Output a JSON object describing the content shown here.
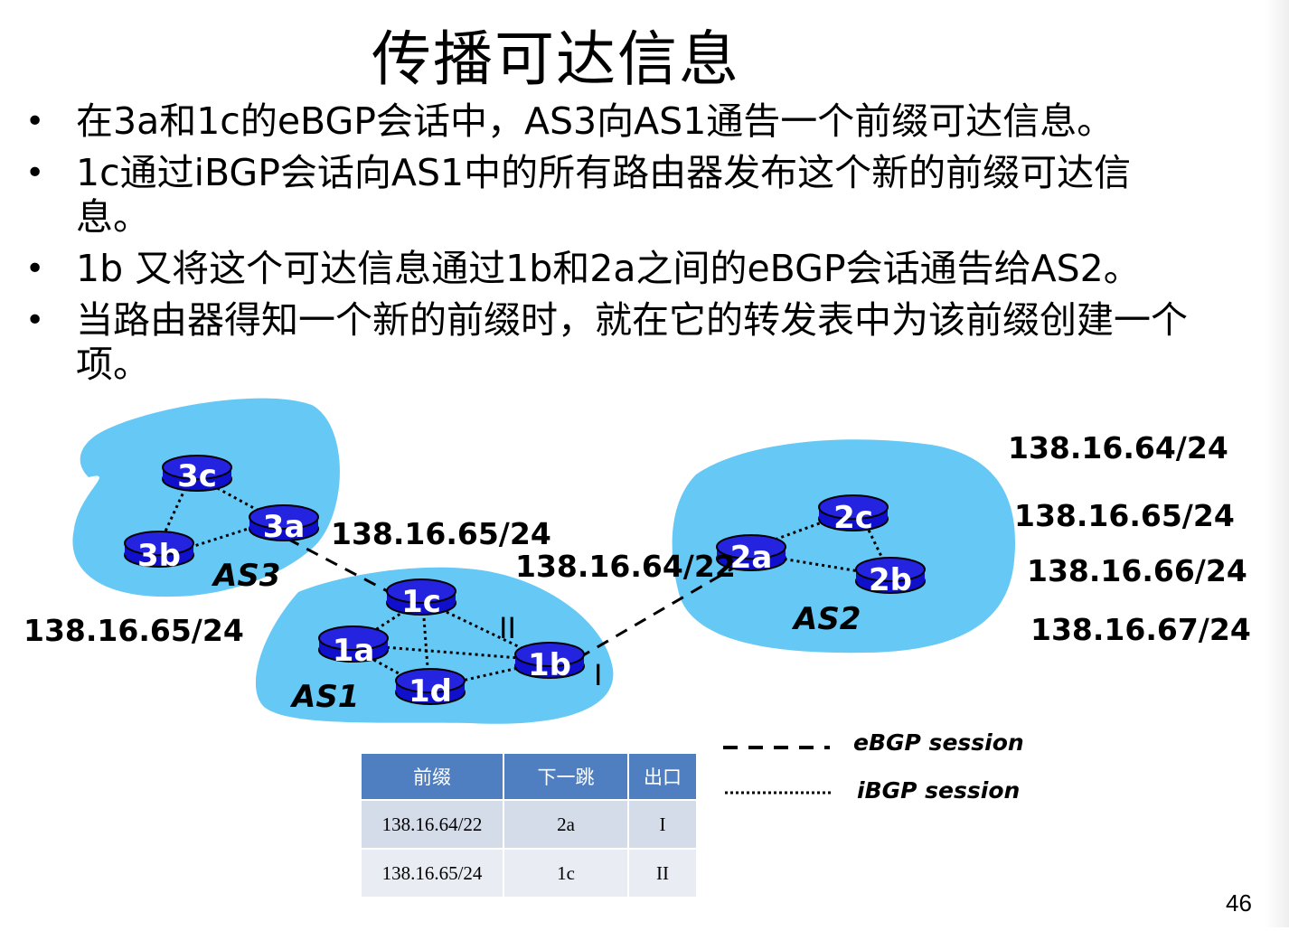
{
  "slide": {
    "title": "传播可达信息",
    "page_number": "46"
  },
  "bullets": [
    "在3a和1c的eBGP会话中，AS3向AS1通告一个前缀可达信息。",
    "1c通过iBGP会话向AS1中的所有路由器发布这个新的前缀可达信息。",
    "1b 又将这个可达信息通过1b和2a之间的eBGP会话通告给AS2。",
    "当路由器得知一个新的前缀时，就在它的转发表中为该前缀创建一个项。"
  ],
  "diagram": {
    "colors": {
      "as_fill": "#66c8f5",
      "router_fill": "#1010cc",
      "router_top": "#2424e0"
    },
    "autonomous_systems": {
      "as1": "AS1",
      "as2": "AS2",
      "as3": "AS3"
    },
    "routers": {
      "r3c": "3c",
      "r3a": "3a",
      "r3b": "3b",
      "r1c": "1c",
      "r1a": "1a",
      "r1b": "1b",
      "r1d": "1d",
      "r2a": "2a",
      "r2c": "2c",
      "r2b": "2b"
    },
    "prefix_labels": {
      "near_3a": "138.16.65/24",
      "near_1b": "138.16.64/22",
      "left": "138.16.65/24",
      "right": [
        "138.16.64/24",
        "138.16.65/24",
        "138.16.66/24",
        "138.16.67/24"
      ]
    },
    "interfaces": {
      "ii": "II",
      "i": "I"
    },
    "legend": {
      "ebgp": "eBGP session",
      "ibgp": "iBGP session"
    }
  },
  "forwarding_table": {
    "headers": [
      "前缀",
      "下一跳",
      "出口"
    ],
    "rows": [
      [
        "138.16.64/22",
        "2a",
        "I"
      ],
      [
        "138.16.65/24",
        "1c",
        "II"
      ]
    ]
  }
}
